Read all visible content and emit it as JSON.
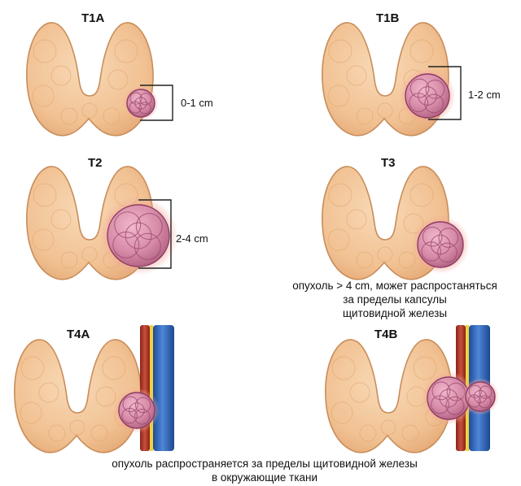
{
  "stages": [
    {
      "id": "T1A",
      "label": "T1A",
      "size": "0-1 cm"
    },
    {
      "id": "T1B",
      "label": "T1B",
      "size": "1-2 cm"
    },
    {
      "id": "T2",
      "label": "T2",
      "size": "2-4 cm"
    },
    {
      "id": "T3",
      "label": "T3",
      "size": ""
    },
    {
      "id": "T4A",
      "label": "T4A",
      "size": ""
    },
    {
      "id": "T4B",
      "label": "T4B",
      "size": ""
    }
  ],
  "captions": {
    "t3": [
      "опухоль > 4 cm, может распростаняться",
      "за пределы капсулы",
      "щитовидной железы"
    ],
    "t4": [
      "опухоль распространяется за пределы щитовидной железы",
      "в окружающие ткани"
    ]
  },
  "colors": {
    "gland_fill": "#f3c79b",
    "gland_stroke": "#c98d5a",
    "tumor_fill": "#d98aa8",
    "tumor_stroke": "#8e3c62",
    "halo": "#f2a7a0",
    "vein": "#2f63b5",
    "artery": "#b23a2a",
    "nerve": "#f0d23a"
  }
}
